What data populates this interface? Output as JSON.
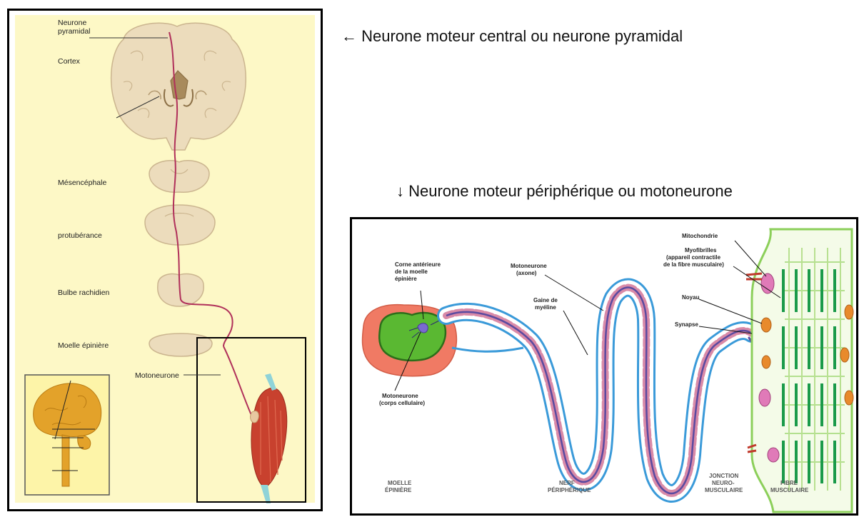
{
  "captions": {
    "central": "← Neurone moteur central ou neurone pyramidal",
    "peripheral": "↓ Neurone moteur périphérique ou motoneurone"
  },
  "left_labels": {
    "neurone_pyramidal_1": "Neurone",
    "neurone_pyramidal_2": "pyramidal",
    "cortex": "Cortex",
    "mesencephale": "Mésencéphale",
    "protuberance": "protubérance",
    "bulbe": "Bulbe rachidien",
    "moelle": "Moelle épinière",
    "motoneurone": "Motoneurone"
  },
  "right_labels": {
    "corne_1": "Corne antérieure",
    "corne_2": "de la moelle",
    "corne_3": "épinière",
    "motoneurone_axone_1": "Motoneurone",
    "motoneurone_axone_2": "(axone)",
    "gaine_1": "Gaine de",
    "gaine_2": "myéline",
    "mitochondrie": "Mitochondrie",
    "myofibrilles_1": "Myofibrilles",
    "myofibrilles_2": "(appareil contractile",
    "myofibrilles_3": "de la fibre musculaire)",
    "noyau": "Noyau",
    "synapse": "Synapse",
    "motoneurone_corps_1": "Motoneurone",
    "motoneurone_corps_2": "(corps cellulaire)",
    "bottom_moelle_1": "MOELLE",
    "bottom_moelle_2": "ÉPINIÈRE",
    "bottom_nerf_1": "NERF",
    "bottom_nerf_2": "PÉRIPHÉRIQUE",
    "bottom_jonction_1": "JONCTION",
    "bottom_jonction_2": "NEURO-",
    "bottom_jonction_3": "MUSCULAIRE",
    "bottom_fibre_1": "FIBRE",
    "bottom_fibre_2": "MUSCULAIRE"
  },
  "colors": {
    "left_background": "#fdf8c6",
    "brain_tissue": "#ecdcbc",
    "pathway": "#b0305a",
    "muscle": "#c8412e",
    "nerve_sheath": "#3a9ad9",
    "axon": "#5a4aa0",
    "spinal_cord_outer": "#f07a64",
    "spinal_cord_inner": "#5ab832",
    "muscle_fiber": "#8ccf5a",
    "myofibril": "#1a9a4a",
    "mitochondria": "#e07ab8",
    "nucleus": "#e88a2c"
  }
}
